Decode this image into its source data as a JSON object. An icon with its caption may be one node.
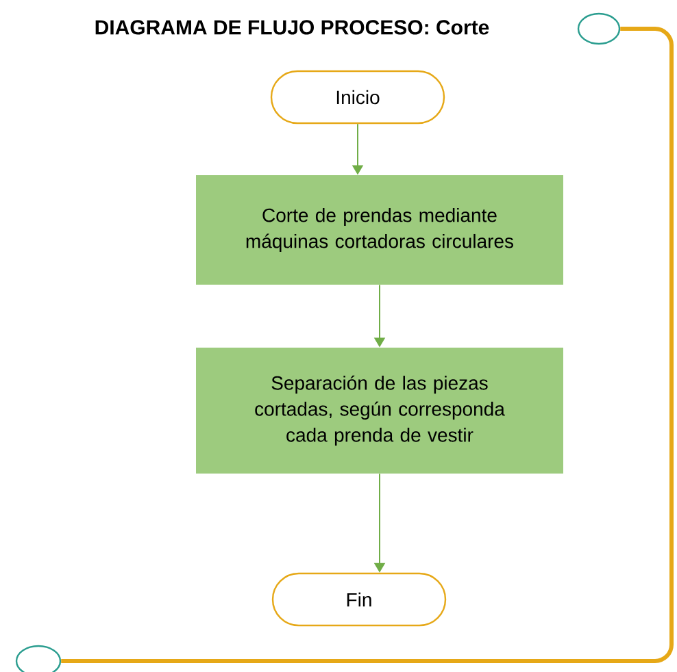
{
  "diagram": {
    "title": "DIAGRAMA DE FLUJO PROCESO: Corte",
    "nodes": [
      {
        "text": [],
        "shape": "circle"
      },
      {
        "text": [
          "Inicio"
        ]
      },
      {
        "text": [
          "Corte de prendas mediante máquinas cortadoras circulares"
        ]
      },
      {
        "text": [
          "Separación de las piezas cortadas, según corresponda cada prenda de vestir"
        ]
      },
      {
        "text": [
          "Fin"
        ]
      },
      {
        "text": [],
        "shape": "circle"
      }
    ],
    "edges": [
      {
        "from": 1,
        "to": 2,
        "arrow": "to"
      },
      {
        "from": 2,
        "to": 3,
        "arrow": "to"
      },
      {
        "from": 3,
        "to": 4,
        "arrow": "to"
      },
      {
        "from": 0,
        "to": 5,
        "arrow": "none",
        "style": "thick",
        "color": "#e6a817"
      }
    ]
  }
}
